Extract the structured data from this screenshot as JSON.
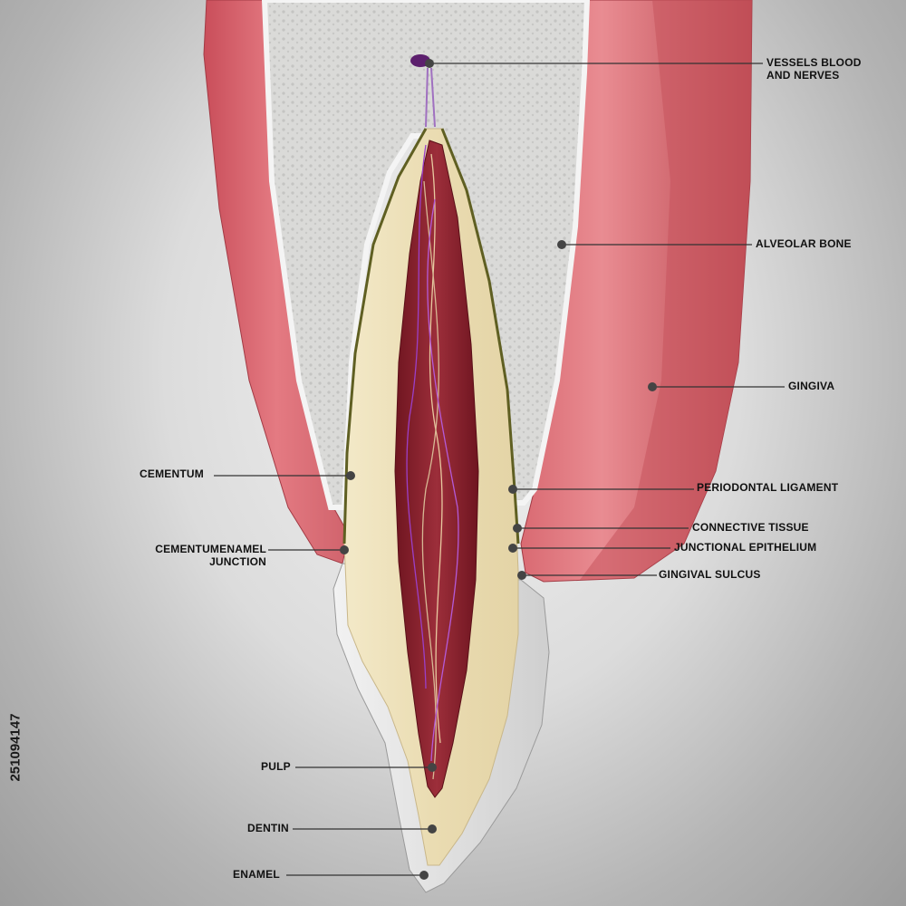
{
  "diagram": {
    "labels": {
      "vessels_line1": "VESSELS BLOOD",
      "vessels_line2": "AND NERVES",
      "alveolar_bone": "ALVEOLAR BONE",
      "gingiva": "GINGIVA",
      "cementum": "CEMENTUM",
      "periodontal_ligament": "PERIODONTAL LIGAMENT",
      "connective_tissue": "CONNECTIVE TISSUE",
      "cej_line1": "CEMENTUMENAMEL",
      "cej_line2": "JUNCTION",
      "junctional_epithelium": "JUNCTIONAL EPITHELIUM",
      "gingival_sulcus": "GINGIVAL SULCUS",
      "pulp": "PULP",
      "dentin": "DENTIN",
      "enamel": "ENAMEL"
    },
    "stock_id": "251094147",
    "colors": {
      "gingiva": "#d9606a",
      "gingiva_dark": "#b7404a",
      "bone": "#d8d8d6",
      "dentin": "#efe2bc",
      "pulp": "#8e2330",
      "enamel": "#eeeeee",
      "cementum": "#6b6b2a",
      "leader": "#333333"
    }
  }
}
